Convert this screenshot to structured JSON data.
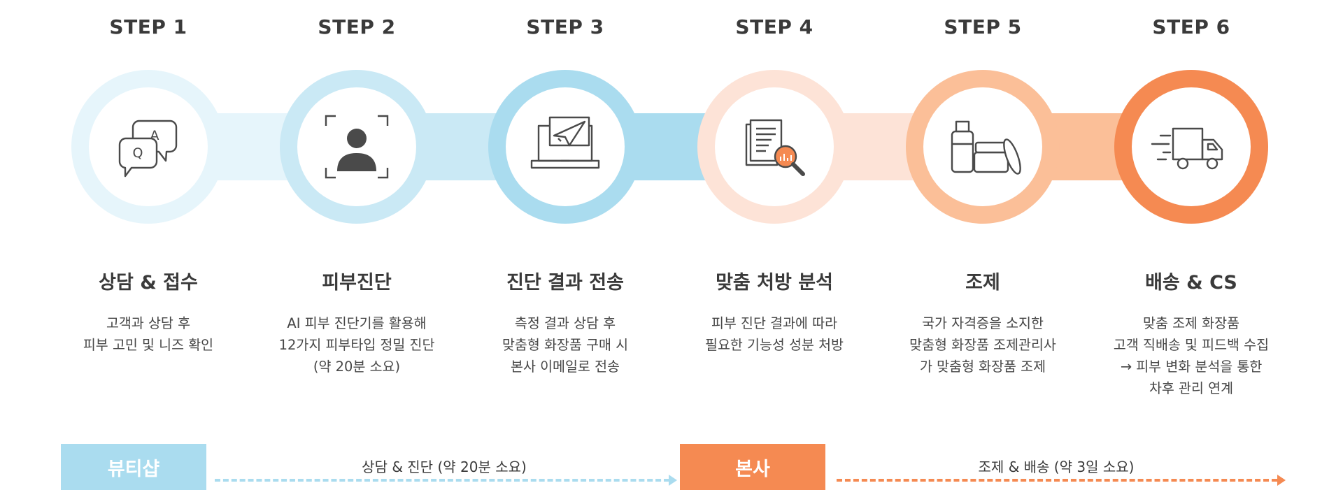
{
  "steps": [
    {
      "label": "STEP 1",
      "title": "상담 & 접수",
      "desc": [
        "고객과 상담 후",
        "피부 고민 및 니즈 확인"
      ],
      "icon": "qa-chat-icon",
      "color": "#e6f5fb"
    },
    {
      "label": "STEP 2",
      "title": "피부진단",
      "desc": [
        "AI 피부 진단기를 활용해",
        "12가지 피부타입 정밀 진단",
        "(약 20분 소요)"
      ],
      "icon": "face-scan-icon",
      "color": "#cae9f5"
    },
    {
      "label": "STEP 3",
      "title": "진단 결과 전송",
      "desc": [
        "측정 결과 상담 후",
        "맞춤형 화장품 구매 시",
        "본사 이메일로 전송"
      ],
      "icon": "laptop-send-icon",
      "color": "#aadcef"
    },
    {
      "label": "STEP 4",
      "title": "맞춤 처방 분석",
      "desc": [
        "피부 진단 결과에 따라",
        "필요한 기능성 성분 처방"
      ],
      "icon": "document-analysis-icon",
      "color": "#fde3d7"
    },
    {
      "label": "STEP 5",
      "title": "조제",
      "desc": [
        "국가 자격증을 소지한",
        "맞춤형 화장품 조제관리사",
        "가 맞춤형 화장품 조제"
      ],
      "icon": "cosmetics-icon",
      "color": "#fbbf98"
    },
    {
      "label": "STEP 6",
      "title": "배송 & CS",
      "desc": [
        "맞춤 조제 화장품",
        "고객 직배송 및 피드백 수집",
        "→ 피부 변화 분석을 통한",
        "차후 관리 연계"
      ],
      "icon": "delivery-truck-icon",
      "color": "#f58a52"
    }
  ],
  "timeline": {
    "shop_label": "뷰티샵",
    "shop_text": "상담 & 진단 (약 20분 소요)",
    "hq_label": "본사",
    "hq_text": "조제 & 배송 (약 3일 소요)",
    "shop_color": "#aadcef",
    "hq_color": "#f58a52"
  },
  "accent_color": "#f58a52"
}
